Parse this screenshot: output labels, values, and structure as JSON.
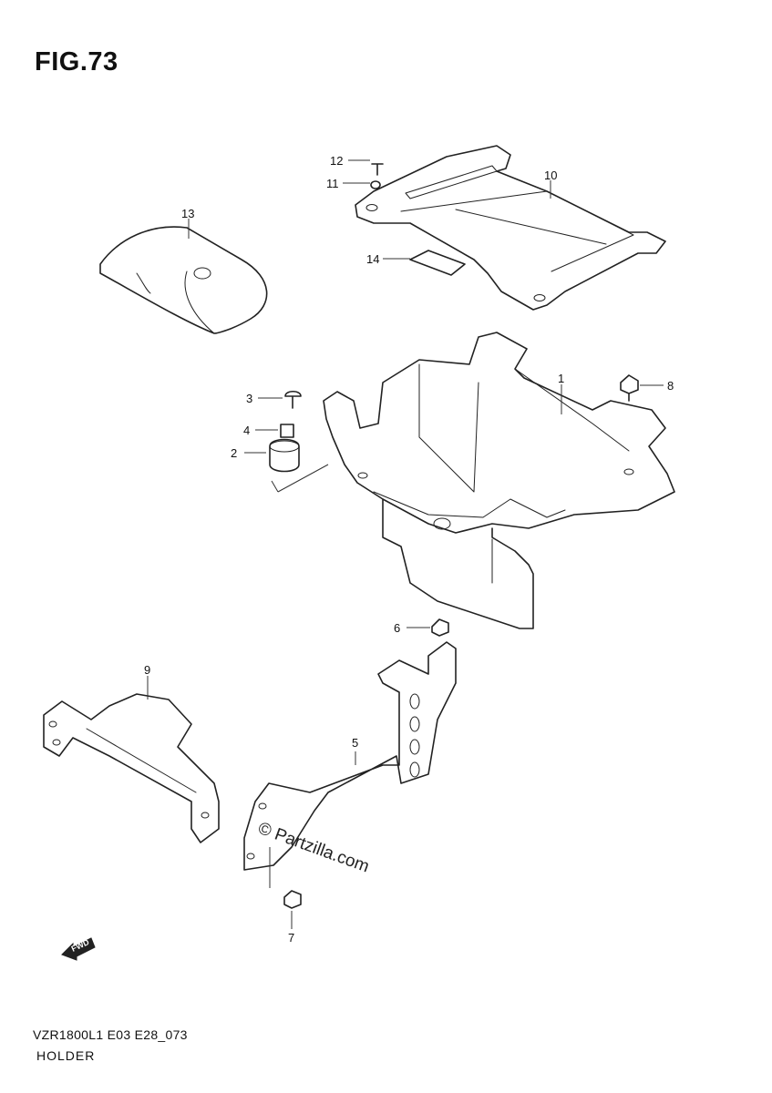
{
  "figure": {
    "title": "FIG.73"
  },
  "footer": {
    "model_code": "VZR1800L1 E03 E28_073",
    "name": "HOLDER"
  },
  "watermark": {
    "text": "© Partzilla.com"
  },
  "front_marker": {
    "label": "FWD"
  },
  "callouts": [
    {
      "id": "1",
      "label": "1"
    },
    {
      "id": "2",
      "label": "2"
    },
    {
      "id": "3",
      "label": "3"
    },
    {
      "id": "4",
      "label": "4"
    },
    {
      "id": "5",
      "label": "5"
    },
    {
      "id": "6",
      "label": "6"
    },
    {
      "id": "7",
      "label": "7"
    },
    {
      "id": "8",
      "label": "8"
    },
    {
      "id": "9",
      "label": "9"
    },
    {
      "id": "10",
      "label": "10"
    },
    {
      "id": "11",
      "label": "11"
    },
    {
      "id": "12",
      "label": "12"
    },
    {
      "id": "13",
      "label": "13"
    },
    {
      "id": "14",
      "label": "14"
    }
  ]
}
